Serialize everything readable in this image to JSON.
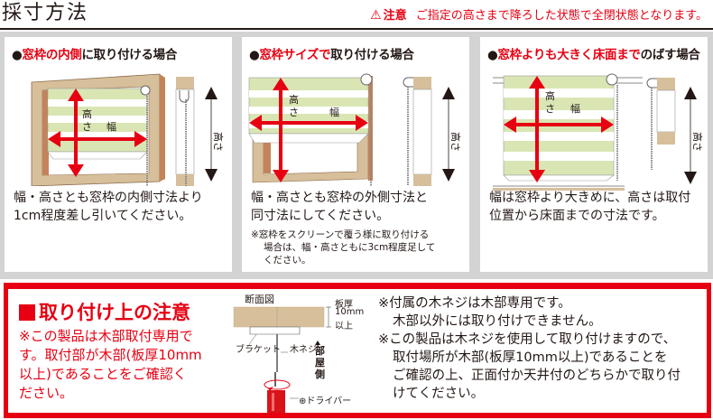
{
  "header": {
    "title": "採寸方法",
    "caution_icon": "warning-triangle-icon",
    "caution_label": "注意",
    "caution_text": "ご指定の高さまで降ろした状態で全閉状態となります。"
  },
  "panels": [
    {
      "title_red": "窓枠の内側",
      "title_black": "に取り付ける場合",
      "label_height": "高さ",
      "label_width": "幅",
      "side_label": "高さ",
      "desc_lines": [
        "幅・高さとも窓枠の内側寸法より",
        "1cm程度差し引いてください。"
      ]
    },
    {
      "title_red": "窓枠サイズで",
      "title_black": "取り付ける場合",
      "label_height": "高さ",
      "label_width": "幅",
      "side_label": "高さ",
      "desc_lines": [
        "幅・高さとも窓枠の外側寸法と",
        "同寸法にしてください。"
      ],
      "note_lines": [
        "※窓枠をスクリーンで覆う様に取り付ける",
        "場合は、幅・高さともに3cm程度足して",
        "ください。"
      ]
    },
    {
      "title_red": "窓枠よりも大きく床面まで",
      "title_black": "のばす場合",
      "label_height": "高さ",
      "label_width": "幅",
      "side_label": "高さ",
      "desc_lines": [
        "幅は窓枠より大きめに、高さは取付",
        "位置から床面までの寸法です。"
      ]
    }
  ],
  "notice": {
    "title": "取り付け上の注意",
    "body_lines": [
      "※この製品は木部取付専用で",
      "す。取付部が木部(板厚10mm",
      "以上)であることをご確認く",
      "ださい。"
    ],
    "diagram": {
      "section_label": "断面図",
      "thickness_label_1": "板厚",
      "thickness_label_2": "10mm",
      "thickness_label_3": "以上",
      "bracket_label": "ブラケット",
      "screw_label": "木ネジ",
      "room_side_label": "部屋側",
      "driver_label": "⊕ドライバー"
    },
    "notes": [
      {
        "first": "※付属の木ネジは木部専用です。",
        "rest": [
          "木部以外には取り付けできません。"
        ]
      },
      {
        "first": "※この製品は木ネジを使用して取り付けますので、",
        "rest": [
          "取付場所が木部(板厚10mm以上)であることを",
          "ご確認の上、正面付か天井付のどちらかで取り付",
          "けてください。"
        ]
      }
    ]
  },
  "colors": {
    "accent_red": "#e60012",
    "panel_bg": "#d3d3d3",
    "frame_tan": "#d6bf9a",
    "frame_brown": "#c4835a",
    "blind_green": "#d9e6b4"
  }
}
